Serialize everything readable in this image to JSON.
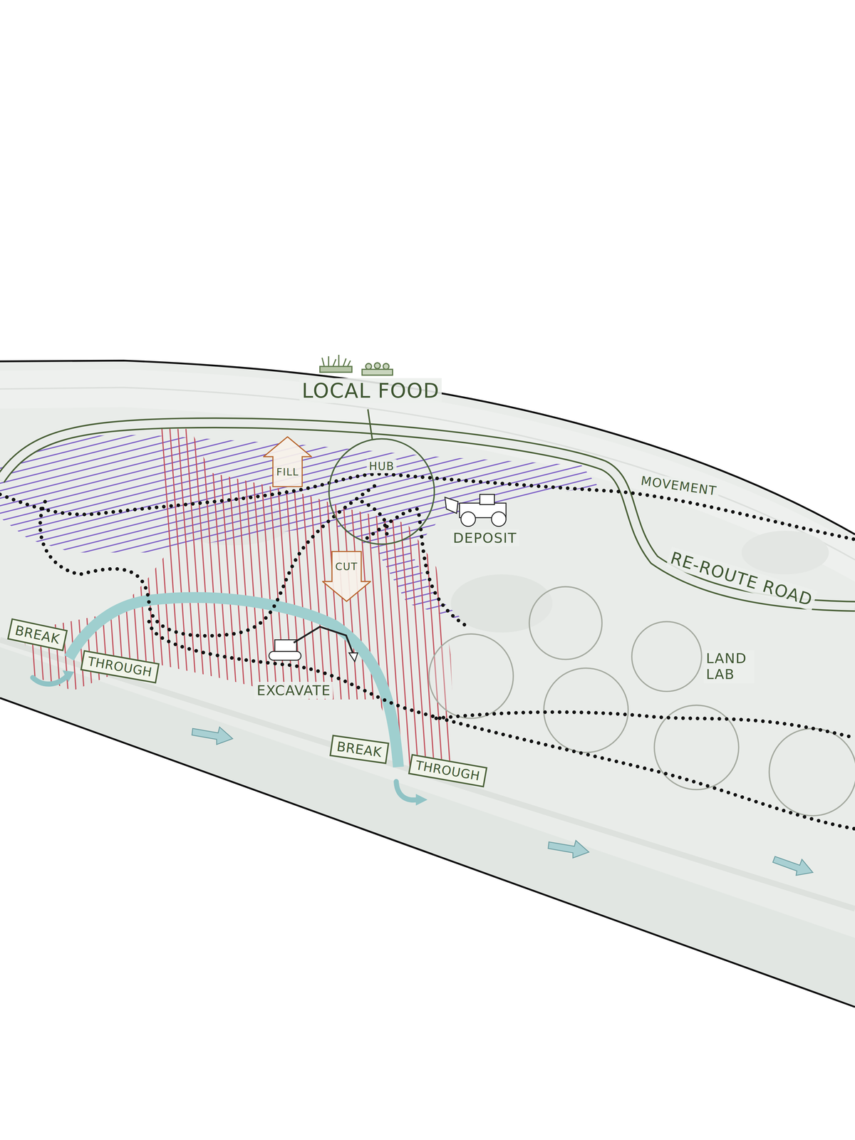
{
  "diagram": {
    "nodes": [
      {
        "text": [
          "HUB"
        ]
      },
      {
        "text": [
          "FILL"
        ]
      },
      {
        "text": [
          "CUT"
        ]
      },
      {
        "text": [
          "BREAK"
        ]
      },
      {
        "text": [
          "THROUGH"
        ]
      },
      {
        "text": [
          "BREAK"
        ]
      },
      {
        "text": [
          "THROUGH"
        ]
      }
    ],
    "labels": [
      "LOCAL FOOD",
      "MOVEMENT",
      "DEPOSIT",
      "RE-ROUTE ROAD",
      "LAND LAB",
      "EXCAVATE"
    ]
  }
}
